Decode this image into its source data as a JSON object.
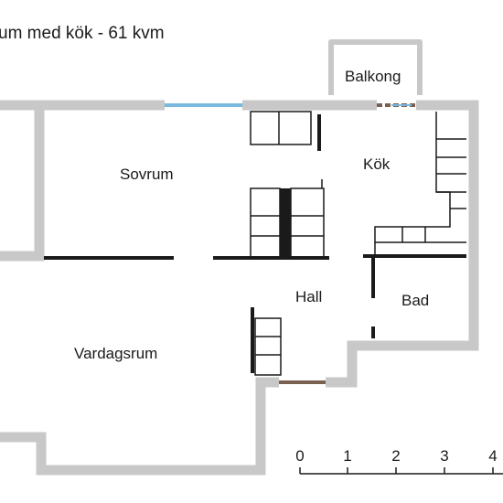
{
  "title": "um med kök - 61 kvm",
  "rooms": {
    "balkong": "Balkong",
    "kok": "Kök",
    "sovrum": "Sovrum",
    "hall": "Hall",
    "bad": "Bad",
    "vardagsrum": "Vardagsrum"
  },
  "scale": {
    "ticks": [
      "0",
      "1",
      "2",
      "3",
      "4"
    ]
  },
  "colors": {
    "wall": "#c8c8c8",
    "window": "#7ab8e0",
    "door": "#7a6050",
    "fixture": "#1a1a1a"
  }
}
